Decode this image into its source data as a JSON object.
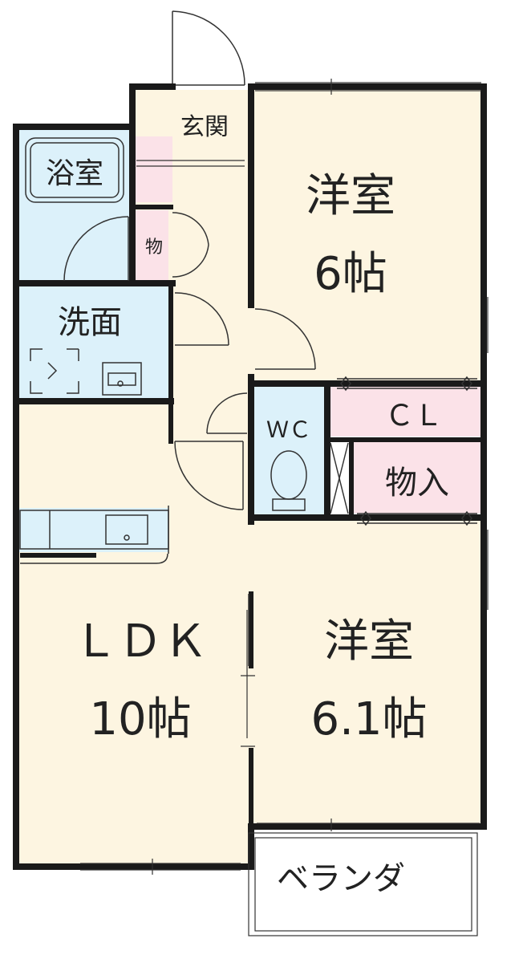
{
  "colors": {
    "room_fill": "#fdf5e1",
    "wet_fill": "#dcf1fa",
    "storage_fill": "#fbe2e8",
    "wall": "#1a1a1a",
    "line": "#333333"
  },
  "rooms": {
    "genkan": "玄関",
    "bath": "浴室",
    "storage_small": "物",
    "washroom": "洗面",
    "western1_name": "洋室",
    "western1_size": "6帖",
    "wc": "ＷＣ",
    "closet": "ＣＬ",
    "storage": "物入",
    "ldk_name": "ＬＤＫ",
    "ldk_size": "10帖",
    "western2_name": "洋室",
    "western2_size": "6.1帖",
    "veranda": "ベランダ"
  }
}
